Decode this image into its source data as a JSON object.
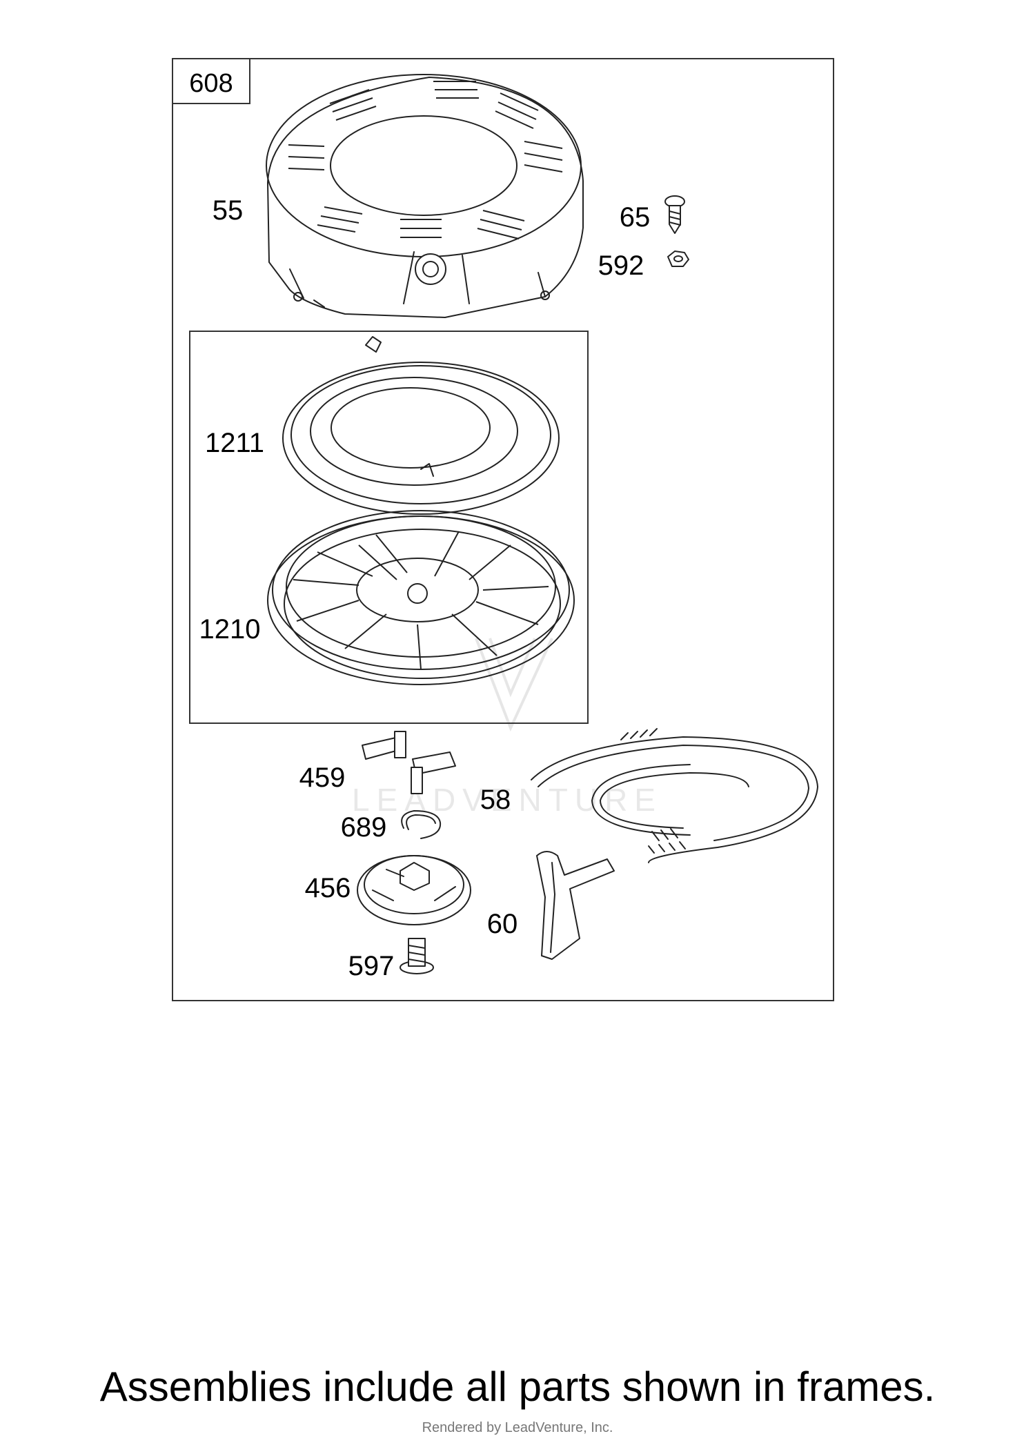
{
  "assembly": {
    "number": "608"
  },
  "callouts": {
    "p55": "55",
    "p65": "65",
    "p592": "592",
    "p1211": "1211",
    "p1210": "1210",
    "p459": "459",
    "p58": "58",
    "p689": "689",
    "p456": "456",
    "p60": "60",
    "p597": "597"
  },
  "watermark": "LEADVENTURE",
  "footnote": "Assemblies include all parts shown in frames.",
  "render_credit": "Rendered by LeadVenture, Inc."
}
